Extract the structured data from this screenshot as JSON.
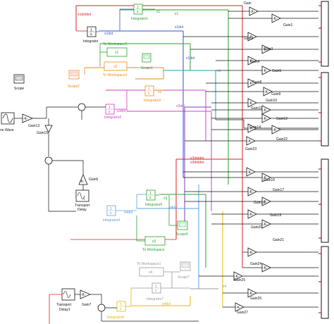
{
  "colors": {
    "black": "#111111",
    "red": "#d92020",
    "green": "#2ca02c",
    "blue": "#3050d0",
    "orange": "#ef8a1a",
    "magenta": "#d040c0",
    "teal": "#1aa7a7",
    "purple": "#7a3fbf",
    "yellow": "#e6b800",
    "gray": "#9a9a9a",
    "lightblue": "#5aa0e0"
  },
  "signals": {
    "x1dotdot": "x1dotdot",
    "x1dot": "x1dot",
    "x1": "x1",
    "x3dot": "x3dot",
    "x3dotdot": "x3dotdot",
    "x4dot": "x4dot",
    "x4": "x4",
    "x3": "x3",
    "x1dot_mid": "x1dot",
    "x1_mid": "x1",
    "x3_right": "x3",
    "x4dot_mid": "x4dot",
    "x1_bottom": "x1",
    "x1dot_right": "x1dot"
  },
  "blocks": {
    "integrator_frac_num": "1",
    "integrator_frac_den": "s",
    "integrator": "Integrator",
    "integrator1": "Integrator1",
    "integrator2": "Integrator2",
    "integrator3": "Integrator3",
    "integrator4": "Integrator4",
    "integrator5": "Integrator5",
    "integrator6": "Integrator6",
    "integrator7": "Integrator7",
    "to_workspace": "To Workspace",
    "to_workspace1": "To Workspace1",
    "to_workspace2": "To Workspace2",
    "to_workspace3": "To Workspace3",
    "scope": "Scope",
    "scope1": "Scope1",
    "scope2": "Scope2",
    "scope5": "Scope5",
    "scope7": "Scope7",
    "sine_wave": "ne Wave",
    "transport_delay_1": "Transport",
    "transport_delay_2": "Delay",
    "transport_delay1_1": "Transport",
    "transport_delay1_2": "Delay1",
    "ws_x1": "x1",
    "ws_x2": "x2",
    "ws_x3": "x3",
    "ws_x4": "x4",
    "gain_k": "-K-",
    "gain13": "Gain13",
    "gain15": "Gain15",
    "gain6": "Gain6",
    "gain7": "Gain7"
  },
  "gains_right": [
    "Gain",
    "Gain1",
    "Gain2",
    "Gain3",
    "Gain4",
    "Gain5",
    "Gain8",
    "Gain9",
    "Gain10",
    "Gain11",
    "Gain12",
    "Gain14",
    "Gain22",
    "Gain23",
    "Gain16",
    "Gain17",
    "Gain18",
    "Gain19",
    "Gain20",
    "Gain21",
    "Gain24",
    "Gain25",
    "Gain26",
    "Gain27"
  ]
}
